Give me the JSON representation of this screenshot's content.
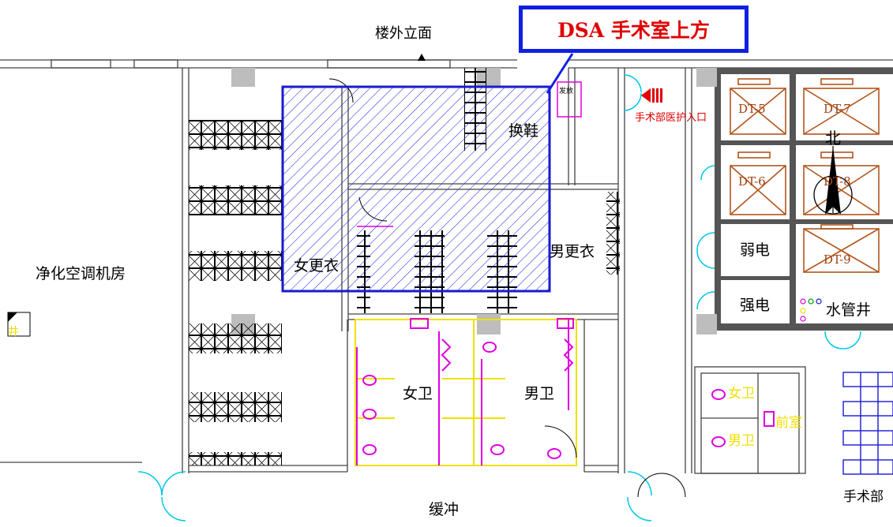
{
  "callout": {
    "text": "DSA 手术室上方"
  },
  "rooms": {
    "exterior_facade": "楼外立面",
    "change_shoes": "换鞋",
    "dispense": "发放",
    "or_staff_entrance": "手术部医护入口",
    "hvac_room": "净化空调机房",
    "women_locker": "女更衣",
    "men_locker": "男更衣",
    "women_toilet": "女卫",
    "men_toilet": "男卫",
    "buffer": "缓冲",
    "weak_current": "弱电",
    "strong_current": "强电",
    "water_shaft": "水管井",
    "small_women_toilet": "女卫",
    "small_men_toilet": "男卫",
    "anteroom": "前室",
    "or_dept": "手术部",
    "shaft_left": "井",
    "north": "北"
  },
  "elevators": [
    "DT-5",
    "DT-7",
    "DT-6",
    "DT-8",
    "DT-9"
  ],
  "colors": {
    "highlight_border": "#1a1ad0",
    "highlight_hatch": "#2a2ad8",
    "callout_text": "#e00000",
    "wall": "#444444",
    "elevator": "#b2551c",
    "toilet": "#f0e000",
    "fixture": "#e000e0",
    "door": "#00c8e8",
    "column": "#bdbdbd"
  }
}
